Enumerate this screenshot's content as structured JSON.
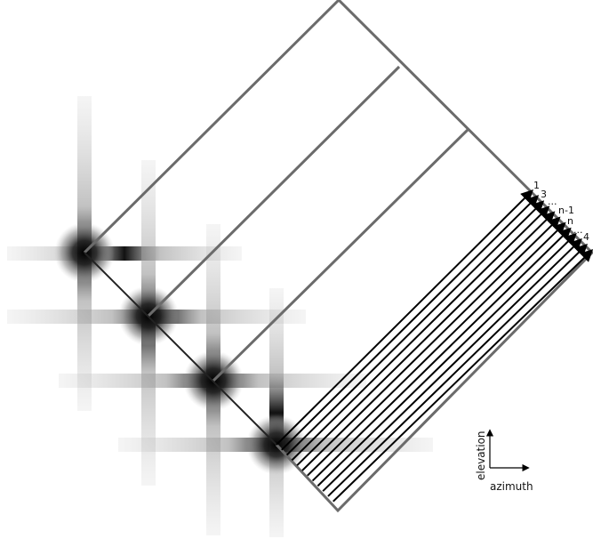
{
  "beam_labels": {
    "first": "1",
    "third": "3",
    "dots_a": "...",
    "n_minus_1": "n-1",
    "n": "n",
    "dots_b": "...",
    "fourth": "4"
  },
  "axes": {
    "vertical_label": "elevation",
    "horizontal_label": "azimuth"
  },
  "colors": {
    "frame": "#6b6b6b",
    "lines": "#000000",
    "blur": "#111111"
  },
  "icons": {
    "point_source": "star-blur-icon",
    "beam_arrow": "arrow-icon"
  }
}
